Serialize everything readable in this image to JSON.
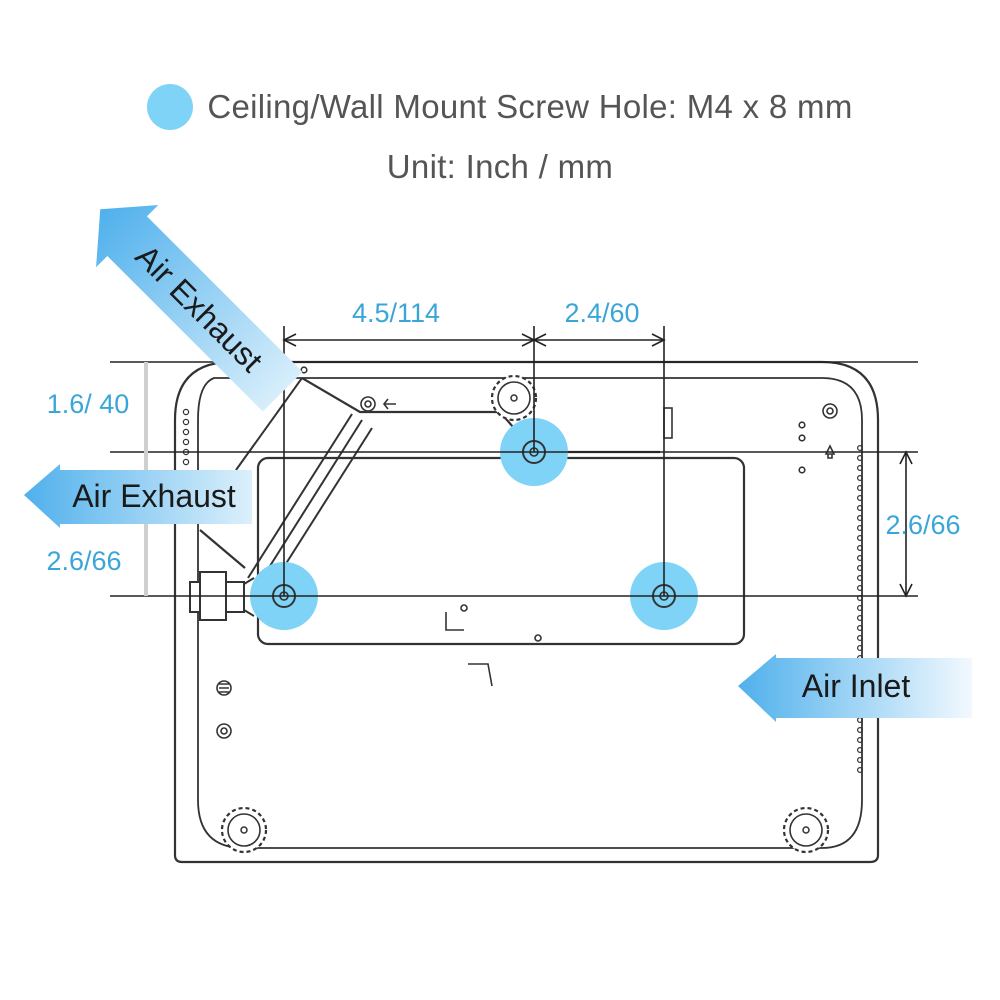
{
  "legend": {
    "label": "Ceiling/Wall Mount Screw Hole: M4 x 8 mm",
    "marker_color": "#7fd3f7"
  },
  "unit": "Unit: Inch / mm",
  "dimensions": {
    "top_left": "4.5/114",
    "top_right": "2.4/60",
    "left_upper": "1.6/ 40",
    "left_lower": "2.6/66",
    "right": "2.6/66"
  },
  "airflow": {
    "exhaust_diagonal": "Air Exhaust",
    "exhaust_left": "Air Exhaust",
    "inlet": "Air Inlet",
    "arrow_color": "#5bb8ee"
  },
  "colors": {
    "outline": "#333333",
    "dimension_text": "#3aa6d8",
    "screw_hole": "#7fd3f7"
  },
  "icons": [
    "screw-hole-icon",
    "adjustable-foot-icon",
    "air-flow-arrow-icon"
  ]
}
